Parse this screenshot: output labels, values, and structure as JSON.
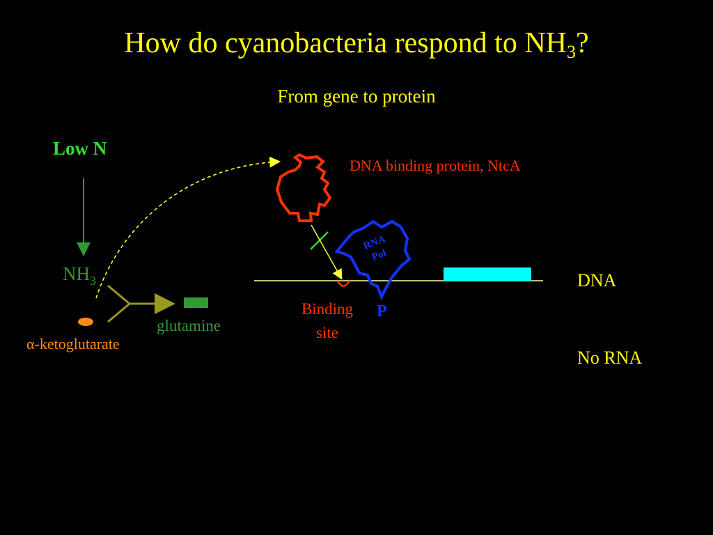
{
  "slide": {
    "title": "How do cyanobacteria respond to NH",
    "title_sub": "3",
    "title_suffix": "?",
    "subtitle": "From gene to protein"
  },
  "labels": {
    "low_n": "Low N",
    "nh3_main": "NH",
    "nh3_sub": "3",
    "alpha_ketoglutarate": "α-ketoglutarate",
    "glutamine": "glutamine",
    "dna_binding_protein": "DNA binding protein, NtcA",
    "binding_site": "Binding site",
    "rna_pol_line1": "RNA",
    "rna_pol_line2": "Pol",
    "promoter": "P",
    "dna": "DNA",
    "no_rna": "No RNA"
  },
  "colors": {
    "background": "#000000",
    "title": "#ffff00",
    "low_n": "#33dd33",
    "nh3": "#339933",
    "alpha_ketoglutarate": "#ff8c1a",
    "glutamine": "#339933",
    "ntca_protein": "#ff3300",
    "rna_pol": "#1133ff",
    "dna_line": "#ffff99",
    "gene_box": "#00ffff",
    "arrow_dashed": "#ffff33",
    "inhibition_bar": "#33dd33"
  }
}
